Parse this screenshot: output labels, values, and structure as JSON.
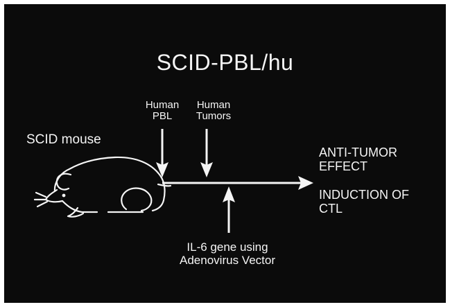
{
  "title": "SCID-PBL/hu",
  "labels": {
    "human_pbl": [
      "Human",
      "PBL"
    ],
    "human_tumors": [
      "Human",
      "Tumors"
    ],
    "scid_mouse": "SCID mouse",
    "anti_tumor": [
      "ANTI-TUMOR",
      "EFFECT"
    ],
    "induction": [
      "INDUCTION OF",
      "CTL"
    ],
    "il6": [
      "IL-6 gene using",
      "Adenovirus Vector"
    ]
  },
  "colors": {
    "background": "#0b0b0b",
    "foreground": "#f5f5f5"
  }
}
